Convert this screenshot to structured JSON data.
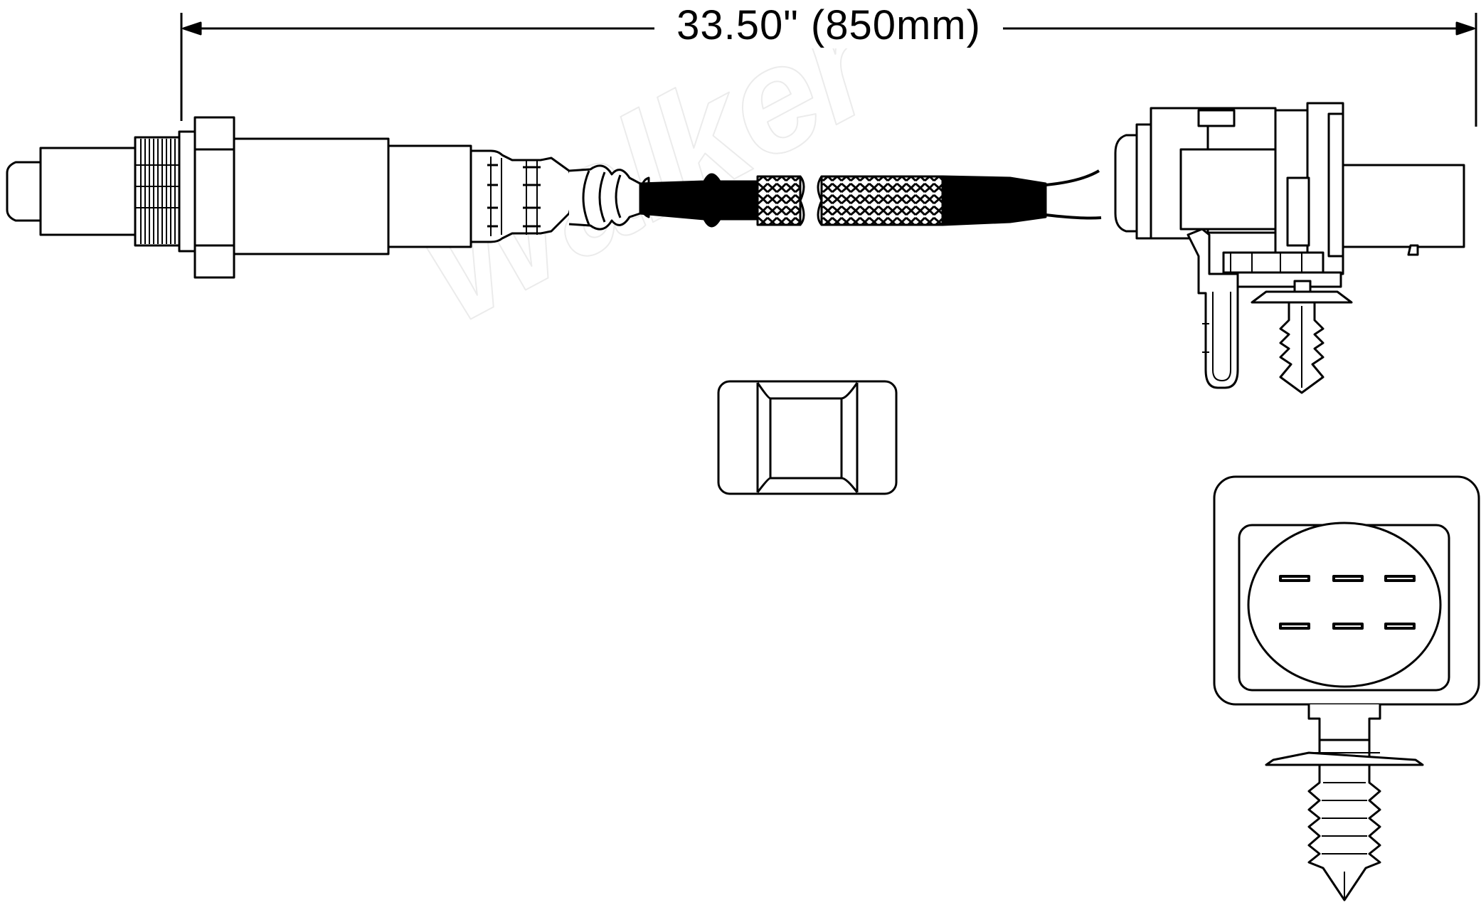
{
  "dimension": {
    "label": "33.50\" (850mm)"
  },
  "watermark": {
    "text": "Walker"
  },
  "colors": {
    "line": "#000000",
    "background": "#ffffff",
    "watermark": "#e6e6e6"
  },
  "connector_face": {
    "pin_rows": 2,
    "pins_per_row": 3
  }
}
